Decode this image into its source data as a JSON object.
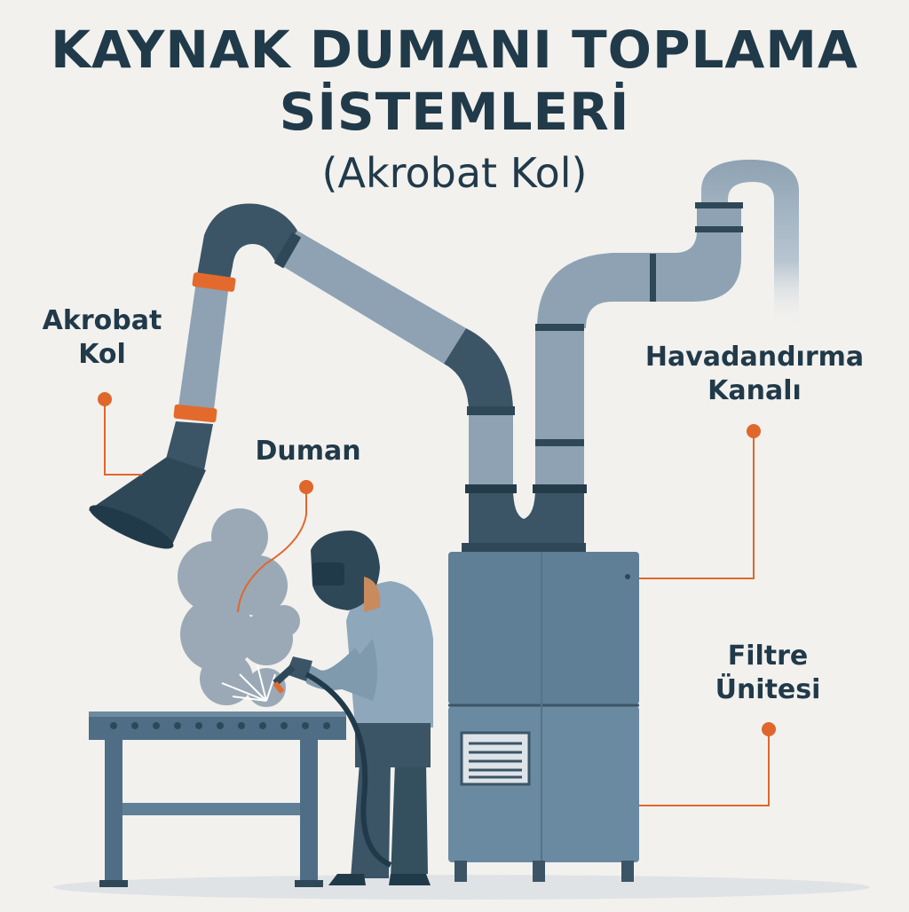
{
  "title": {
    "line1": "KAYNAK DUMANI TOPLAMA",
    "line2": "SİSTEMLERİ",
    "subtitle": "(Akrobat Kol)"
  },
  "labels": {
    "arm": "Akrobat\nKol",
    "smoke": "Duman",
    "duct": "Havadandırma\nKanalı",
    "filter": "Filtre\nÜnitesi"
  },
  "colors": {
    "title": "#213a4a",
    "leader": "#e0672c",
    "pipe_light": "#8ea2b3",
    "pipe_dark": "#3b5566",
    "unit": "#5f7f97",
    "accent_ring": "#e36a2c"
  },
  "icons": [
    "welder-figure-icon",
    "fume-hood-icon",
    "smoke-cloud-icon"
  ]
}
